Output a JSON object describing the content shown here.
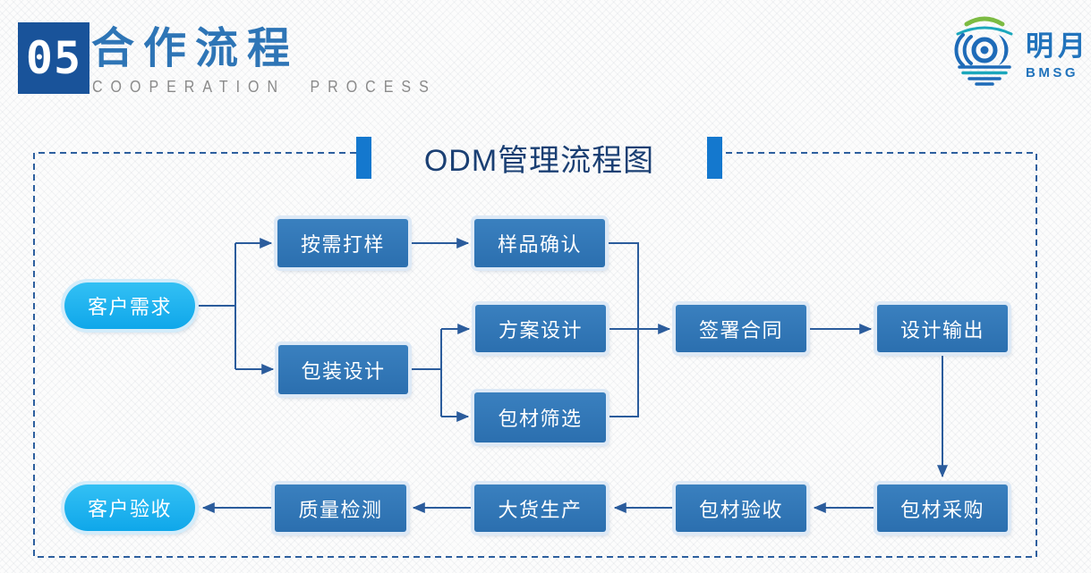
{
  "header": {
    "section_number": "05",
    "title_zh": "合作流程",
    "title_en": "COOPERATION PROCESS"
  },
  "logo": {
    "name_zh": "明月",
    "name_en": "BMSG"
  },
  "diagram": {
    "title": "ODM管理流程图",
    "nodes": [
      {
        "id": "customer-demand",
        "label": "客户需求",
        "shape": "pill"
      },
      {
        "id": "sample-on-demand",
        "label": "按需打样",
        "shape": "rect"
      },
      {
        "id": "sample-confirm",
        "label": "样品确认",
        "shape": "rect"
      },
      {
        "id": "packaging-design",
        "label": "包装设计",
        "shape": "rect"
      },
      {
        "id": "solution-design",
        "label": "方案设计",
        "shape": "rect"
      },
      {
        "id": "material-screening",
        "label": "包材筛选",
        "shape": "rect"
      },
      {
        "id": "sign-contract",
        "label": "签署合同",
        "shape": "rect"
      },
      {
        "id": "design-output",
        "label": "设计输出",
        "shape": "rect"
      },
      {
        "id": "material-purchase",
        "label": "包材采购",
        "shape": "rect"
      },
      {
        "id": "material-acceptance",
        "label": "包材验收",
        "shape": "rect"
      },
      {
        "id": "mass-production",
        "label": "大货生产",
        "shape": "rect"
      },
      {
        "id": "quality-inspection",
        "label": "质量检测",
        "shape": "rect"
      },
      {
        "id": "customer-acceptance",
        "label": "客户验收",
        "shape": "pill"
      }
    ],
    "edges": [
      {
        "from": "客户需求",
        "to": "按需打样"
      },
      {
        "from": "客户需求",
        "to": "包装设计"
      },
      {
        "from": "按需打样",
        "to": "样品确认"
      },
      {
        "from": "样品确认",
        "to": "签署合同"
      },
      {
        "from": "包装设计",
        "to": "方案设计"
      },
      {
        "from": "包装设计",
        "to": "包材筛选"
      },
      {
        "from": "方案设计",
        "to": "签署合同"
      },
      {
        "from": "包材筛选",
        "to": "签署合同"
      },
      {
        "from": "签署合同",
        "to": "设计输出"
      },
      {
        "from": "设计输出",
        "to": "包材采购"
      },
      {
        "from": "包材采购",
        "to": "包材验收"
      },
      {
        "from": "包材验收",
        "to": "大货生产"
      },
      {
        "from": "大货生产",
        "to": "质量检测"
      },
      {
        "from": "质量检测",
        "to": "客户验收"
      }
    ]
  },
  "colors": {
    "node_fill": "#2E76B6",
    "pill_fill": "#18B2EF",
    "connector": "#2B5C9C",
    "dashed_border": "#2D5F9E",
    "accent_bar": "#1478CE",
    "header_badge": "#19539A",
    "header_title": "#2E75B6",
    "subtitle_gray": "#8A8A8A",
    "diagram_title_text": "#1A3F73",
    "logo_blue": "#2173BC",
    "logo_green": "#7CBB42",
    "logo_teal": "#1BA7BC"
  }
}
